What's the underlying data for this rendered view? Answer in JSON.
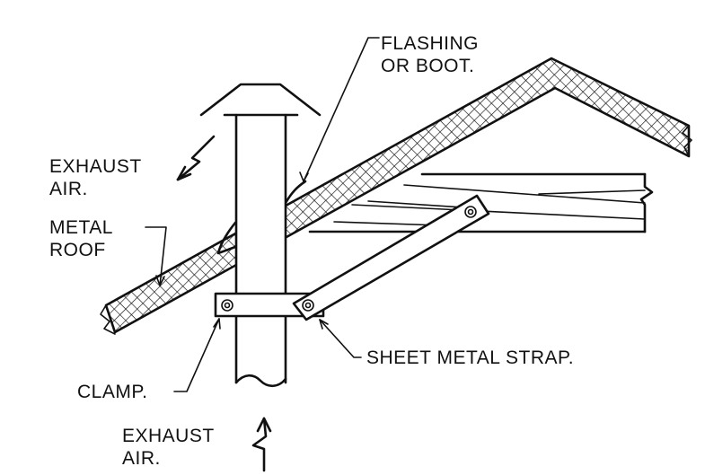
{
  "labels": {
    "flashing_line1": "FLASHING",
    "flashing_line2": "OR BOOT.",
    "exhaust_top_line1": "EXHAUST",
    "exhaust_top_line2": "AIR.",
    "metal_roof_line1": "METAL",
    "metal_roof_line2": "ROOF",
    "sheet_metal_strap": "SHEET METAL STRAP.",
    "clamp": "CLAMP.",
    "exhaust_bottom_line1": "EXHAUST",
    "exhaust_bottom_line2": "AIR."
  },
  "colors": {
    "ink": "#111111",
    "background": "#ffffff"
  }
}
